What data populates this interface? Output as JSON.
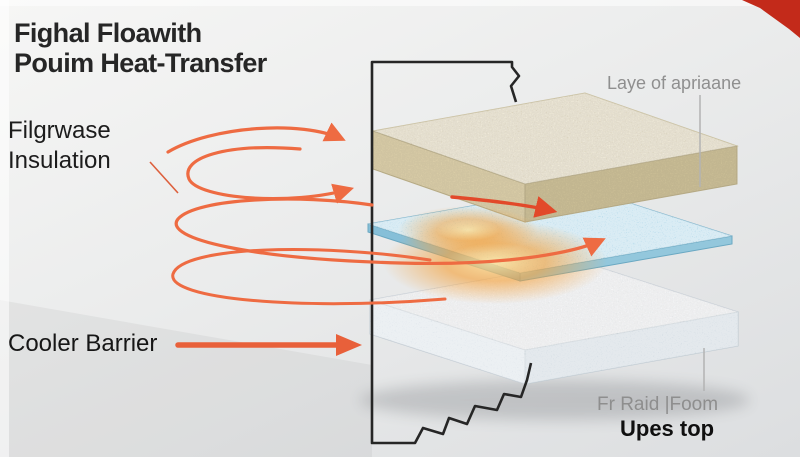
{
  "title": {
    "line1": "Fighal Floawith",
    "line2": "Pouim Heat-Transfer"
  },
  "labels": {
    "insulation_line1": "Filgrwase",
    "insulation_line2": "Insulation",
    "cooler_barrier": "Cooler Barrier",
    "top_layer": "Laye of apriaane",
    "foam_sub": "Fr Raid |Foom",
    "foam_main": "Upes top"
  },
  "diagram": {
    "type": "isometric-layer-stack-heat-transfer",
    "layers": [
      {
        "name": "top-insulation-board",
        "color": "#ece4cb"
      },
      {
        "name": "blue-membrane-sheet",
        "color": "#aed6e8"
      },
      {
        "name": "bottom-foam-board",
        "color": "#e9edf1"
      }
    ],
    "heat_flow": {
      "arrow_color": "#ee6b42",
      "accent_arrow_color": "#e2492a",
      "glow_color": "#f2a23c",
      "style": "spiral-convection-arrows"
    },
    "wall_outline_color": "#262626",
    "corner_accent_color": "#c32a1a",
    "background_color": "#e9eaeb"
  }
}
